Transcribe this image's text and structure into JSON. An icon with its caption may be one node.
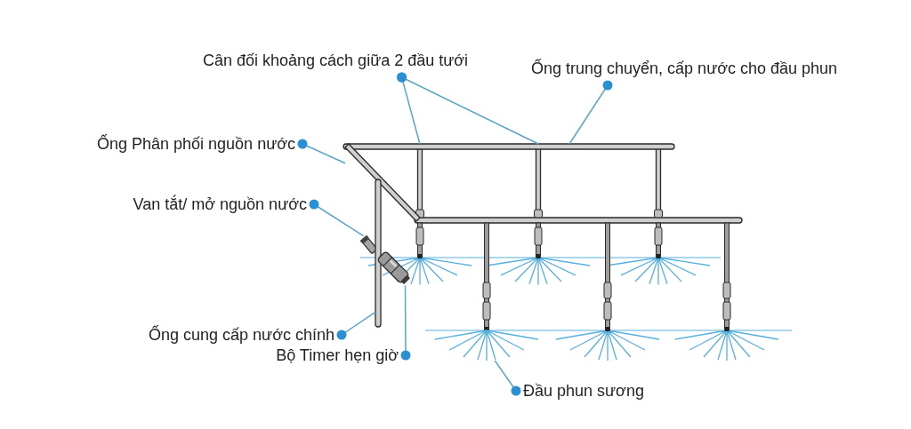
{
  "diagram": {
    "nodes": [
      {
        "text": [
          "Cân đối khoảng cách giữa 2 đầu tưới"
        ]
      },
      {
        "text": [
          "Ống trung chuyển, cấp nước cho đầu phun"
        ]
      },
      {
        "text": [
          "Ống Phân phối nguồn nước"
        ]
      },
      {
        "text": [
          "Van tắt/ mở nguồn nước"
        ]
      },
      {
        "text": [
          "Ống cung cấp nước chính"
        ]
      },
      {
        "text": [
          "Bộ Timer hẹn giờ"
        ]
      },
      {
        "text": [
          "Đầu phun sương"
        ]
      },
      {
        "text": [],
        "shape": "bar"
      },
      {
        "text": [],
        "shape": "bar"
      },
      {
        "text": [],
        "shape": "box"
      },
      {
        "text": [],
        "shape": "bar"
      },
      {
        "text": [],
        "shape": "cylinder"
      },
      {
        "text": [],
        "shape": "picture"
      }
    ],
    "edges": [
      {
        "from": 0,
        "to": 7,
        "arrow": "other"
      },
      {
        "from": 0,
        "to": 7,
        "arrow": "other"
      },
      {
        "from": 1,
        "to": 7,
        "arrow": "other"
      },
      {
        "from": 2,
        "to": 8,
        "arrow": "other"
      },
      {
        "from": 3,
        "to": 9,
        "arrow": "other"
      },
      {
        "from": 4,
        "to": 10,
        "arrow": "other"
      },
      {
        "from": 5,
        "to": 11,
        "arrow": "other"
      },
      {
        "from": 6,
        "to": 12,
        "arrow": "other"
      }
    ]
  }
}
